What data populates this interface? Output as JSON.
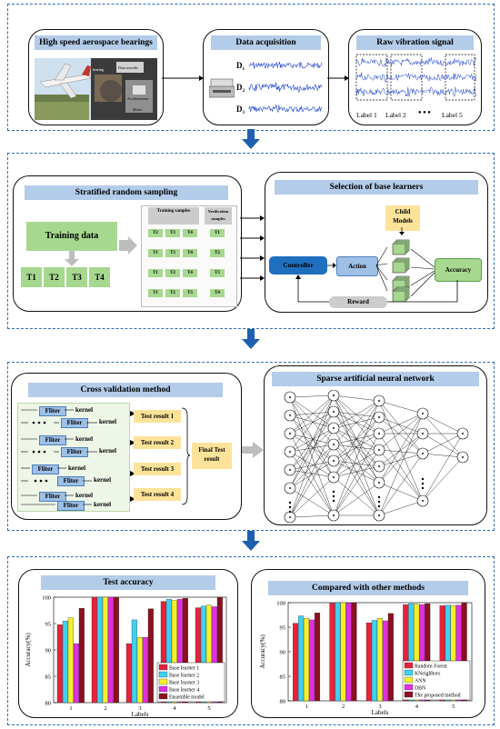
{
  "section1": {
    "bearings_title": "High speed aerospace bearings",
    "photo_labels": [
      "bearing",
      "Data recorder",
      "Accelerometer",
      "Motor"
    ],
    "acq_title": "Data acquisition",
    "channels": [
      "D",
      "D",
      "D"
    ],
    "channel_subs": [
      "1",
      "2",
      "3"
    ],
    "raw_title": "Raw vibration signal",
    "label1": "Label 1",
    "label2": "Label 2",
    "dots": "● ● ●",
    "label5": "Label 5"
  },
  "section2": {
    "strat_title": "Stratified random sampling",
    "training_data": "Training data",
    "t_boxes": [
      "T1",
      "T2",
      "T3",
      "T4"
    ],
    "training_samples": "Training samples",
    "verification_samples": "Verification samples",
    "train_rows": [
      [
        "T2",
        "T3",
        "T4"
      ],
      [
        "T1",
        "T3",
        "T4"
      ],
      [
        "T1",
        "T2",
        "T4"
      ],
      [
        "T1",
        "T2",
        "T3"
      ]
    ],
    "verif_rows": [
      "T1",
      "T2",
      "T3",
      "T4"
    ],
    "sel_title": "Selection of base learners",
    "child_models": "Child Models",
    "controller": "Controller",
    "action": "Action",
    "accuracy": "Accuracy",
    "reward": "Reward"
  },
  "section3": {
    "cv_title": "Cross validation method",
    "fliter": "Fliter",
    "kernel": "kernel",
    "results": [
      "Test result 1",
      "Test result 2",
      "Test result 3",
      "Test result 4"
    ],
    "final": "Final Test result",
    "sann_title": "Sparse artificial neural network"
  },
  "section4": {
    "test_title": "Test accuracy",
    "compare_title": "Compared with other methods"
  },
  "chart_data": [
    {
      "type": "bar",
      "title": "Test accuracy",
      "xlabel": "Labels",
      "ylabel": "Accuracy(%)",
      "categories": [
        "1",
        "2",
        "3",
        "4",
        "5"
      ],
      "ylim": [
        80,
        100
      ],
      "yticks": [
        "80",
        "85",
        "90",
        "95",
        "100"
      ],
      "series": [
        {
          "name": "Base learner 1",
          "color": "#e8223a",
          "values": [
            94.8,
            100,
            91.2,
            99.2,
            98.0
          ]
        },
        {
          "name": "Base learner 2",
          "color": "#3fd0f0",
          "values": [
            95.5,
            100,
            95.7,
            99.6,
            98.3
          ]
        },
        {
          "name": "Base learner 3",
          "color": "#f4f02a",
          "values": [
            96.1,
            100,
            92.4,
            99.4,
            98.5
          ]
        },
        {
          "name": "Base learner 4",
          "color": "#e030e0",
          "values": [
            91.2,
            100,
            92.4,
            99.6,
            98.2
          ]
        },
        {
          "name": "Ensemble model",
          "color": "#8b1020",
          "values": [
            97.9,
            100,
            97.8,
            99.8,
            100
          ]
        }
      ]
    },
    {
      "type": "bar",
      "title": "Compared with other methods",
      "xlabel": "Labels",
      "ylabel": "Accuracy(%)",
      "categories": [
        "1",
        "2",
        "3",
        "4",
        "5"
      ],
      "ylim": [
        80,
        100
      ],
      "yticks": [
        "80",
        "85",
        "90",
        "95",
        "100"
      ],
      "series": [
        {
          "name": "Random Forest",
          "color": "#e8223a",
          "values": [
            95.8,
            99.9,
            95.9,
            99.6,
            99.4
          ]
        },
        {
          "name": "KNeighbors",
          "color": "#3fd0f0",
          "values": [
            97.3,
            100,
            96.4,
            99.8,
            99.5
          ]
        },
        {
          "name": "ANN",
          "color": "#f4f02a",
          "values": [
            96.8,
            100,
            96.8,
            99.7,
            99.4
          ]
        },
        {
          "name": "DBN",
          "color": "#e030e0",
          "values": [
            96.5,
            99.9,
            96.3,
            99.6,
            99.5
          ]
        },
        {
          "name": "The proposed method",
          "color": "#8b1020",
          "values": [
            97.9,
            100,
            97.8,
            99.8,
            100
          ]
        }
      ]
    }
  ]
}
